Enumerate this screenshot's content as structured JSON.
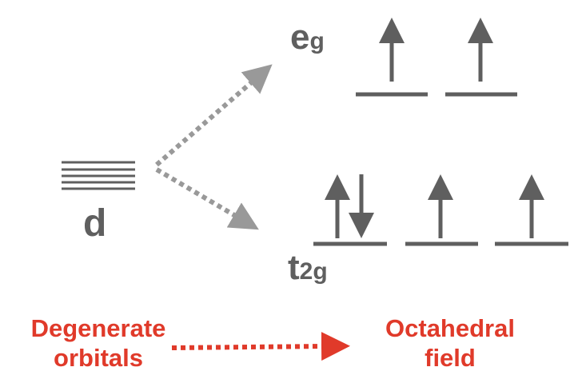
{
  "labels": {
    "d": "d",
    "eg_main": "e",
    "eg_sub": "g",
    "t2g_main": "t",
    "t2g_sub": "2g"
  },
  "captions": {
    "left": [
      "Degenerate",
      "orbitals"
    ],
    "right": [
      "Octahedral",
      "field"
    ]
  },
  "colors": {
    "gray": "#5f5f5f",
    "arrow_gray": "#999999",
    "red": "#e03a2a"
  },
  "electrons": {
    "eg": [
      "up",
      "up"
    ],
    "t2g": [
      "up-down",
      "up",
      "up"
    ]
  }
}
